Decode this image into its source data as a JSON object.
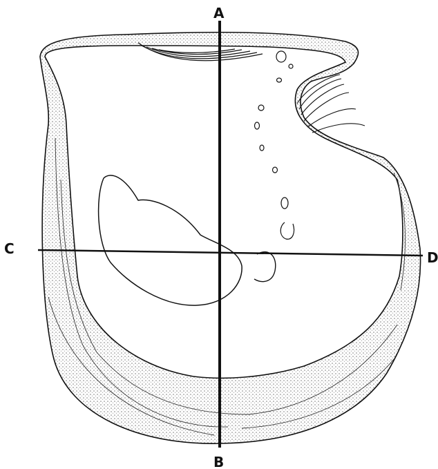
{
  "labels": {
    "top": "A",
    "bottom": "B",
    "left": "C",
    "right": "D"
  },
  "colors": {
    "ink": "#111111",
    "stipple": "#8a8a8a",
    "paper": "#ffffff"
  }
}
